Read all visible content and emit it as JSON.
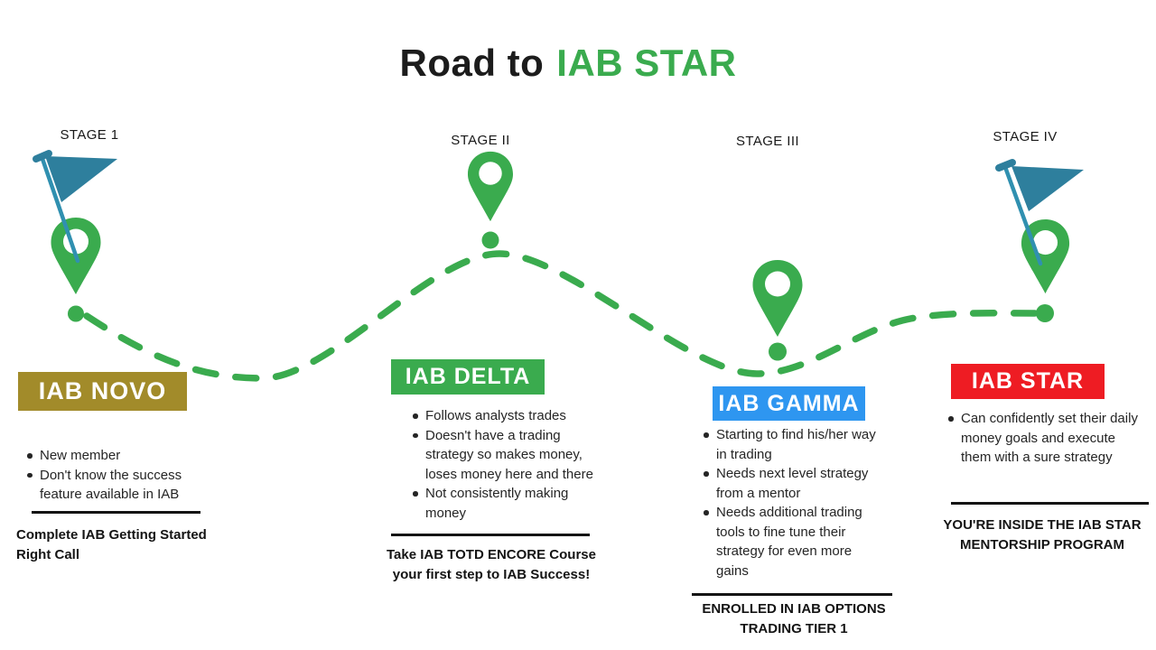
{
  "title": {
    "prefix": "Road to",
    "highlight": "IAB STAR"
  },
  "colors": {
    "path_green": "#3aab4e",
    "flag_teal": "#2e7f9d",
    "pole_teal": "#3090b0",
    "novo_gold": "#a28b2a",
    "delta_green": "#3aab4e",
    "gamma_blue": "#2e96f0",
    "star_red": "#ee1c23",
    "text": "#1e1e1e"
  },
  "stages": [
    {
      "stage_label": "STAGE 1",
      "badge": "IAB NOVO",
      "bullets": [
        "New member",
        "Don't know the success feature available in IAB"
      ],
      "footer": "Complete IAB Getting Started Right Call"
    },
    {
      "stage_label": "STAGE II",
      "badge": "IAB DELTA",
      "bullets": [
        "Follows analysts trades",
        "Doesn't have a trading strategy so makes money, loses money here and there",
        "Not consistently making money"
      ],
      "footer": "Take IAB TOTD ENCORE Course your first step to IAB Success!"
    },
    {
      "stage_label": "STAGE III",
      "badge": "IAB GAMMA",
      "bullets": [
        "Starting to find his/her way in trading",
        "Needs next level strategy from a mentor",
        "Needs additional trading tools to fine tune their strategy for even more gains"
      ],
      "footer": "ENROLLED IN IAB OPTIONS TRADING TIER 1"
    },
    {
      "stage_label": "STAGE IV",
      "badge": "IAB STAR",
      "bullets": [
        "Can confidently set their daily money goals and execute them with a sure strategy"
      ],
      "footer": "YOU'RE INSIDE THE IAB STAR MENTORSHIP PROGRAM"
    }
  ]
}
